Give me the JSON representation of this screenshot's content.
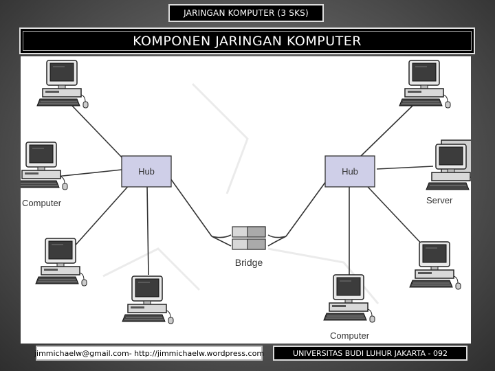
{
  "slide": {
    "top_title": "JARINGAN KOMPUTER (3 SKS)",
    "heading": "KOMPONEN JARINGAN KOMPUTER"
  },
  "diagram": {
    "hub_left_label": "Hub",
    "hub_right_label": "Hub",
    "bridge_label": "Bridge",
    "computer_left_label": "Computer",
    "computer_bottom_label": "Computer",
    "server_label": "Server"
  },
  "footer": {
    "left_text": "jimmichaelw@gmail.com- http://jimmichaelw.wordpress.com",
    "right_text": "UNIVERSITAS BUDI LUHUR JAKARTA - 092"
  },
  "colors": {
    "hub_fill": "#cfcfe8",
    "bridge_fill": "#d8d8d8",
    "background_dark": "#3a3a3a"
  }
}
